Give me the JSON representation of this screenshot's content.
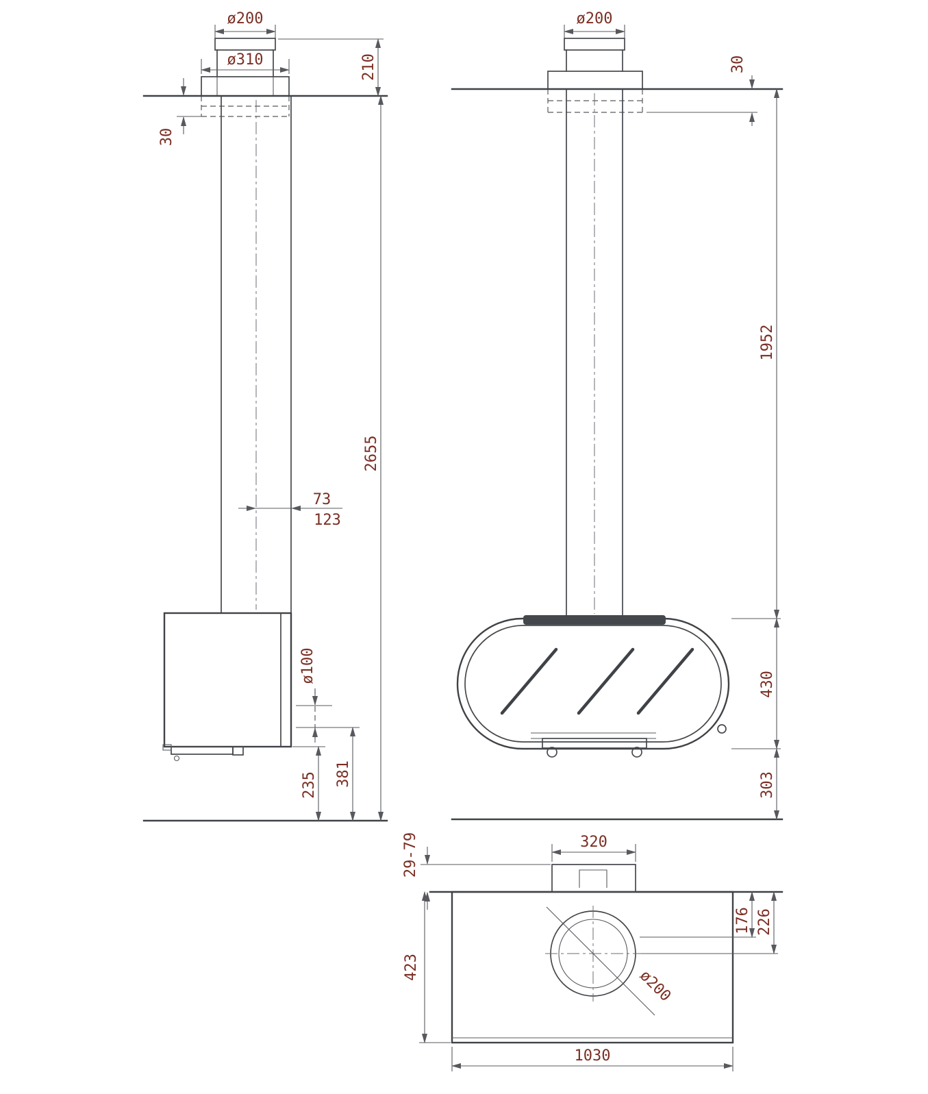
{
  "drawing": {
    "kind": "technical dimension drawing",
    "subject": "ceiling-suspended stove, three orthographic views",
    "units": "mm",
    "colors": {
      "line": "#3f4246",
      "dim_text": "#7a2f24",
      "background": "#ffffff"
    },
    "side": {
      "flue_top": "ø200",
      "collar_dia": "ø310",
      "above_ceiling": "210",
      "collar_recess": "30",
      "total_height": "2655",
      "offset_a": "73",
      "offset_b": "123",
      "inlet_dia": "ø100",
      "dim_381": "381",
      "dim_235": "235"
    },
    "front": {
      "flue_top": "ø200",
      "collar_recess": "30",
      "pipe_length": "1952",
      "body_height": "430",
      "floor_clearance": "303"
    },
    "top": {
      "adjust_range": "29-79",
      "slot_width": "320",
      "dim_176": "176",
      "dim_226": "226",
      "depth": "423",
      "flue_dia": "ø200",
      "width": "1030"
    }
  }
}
